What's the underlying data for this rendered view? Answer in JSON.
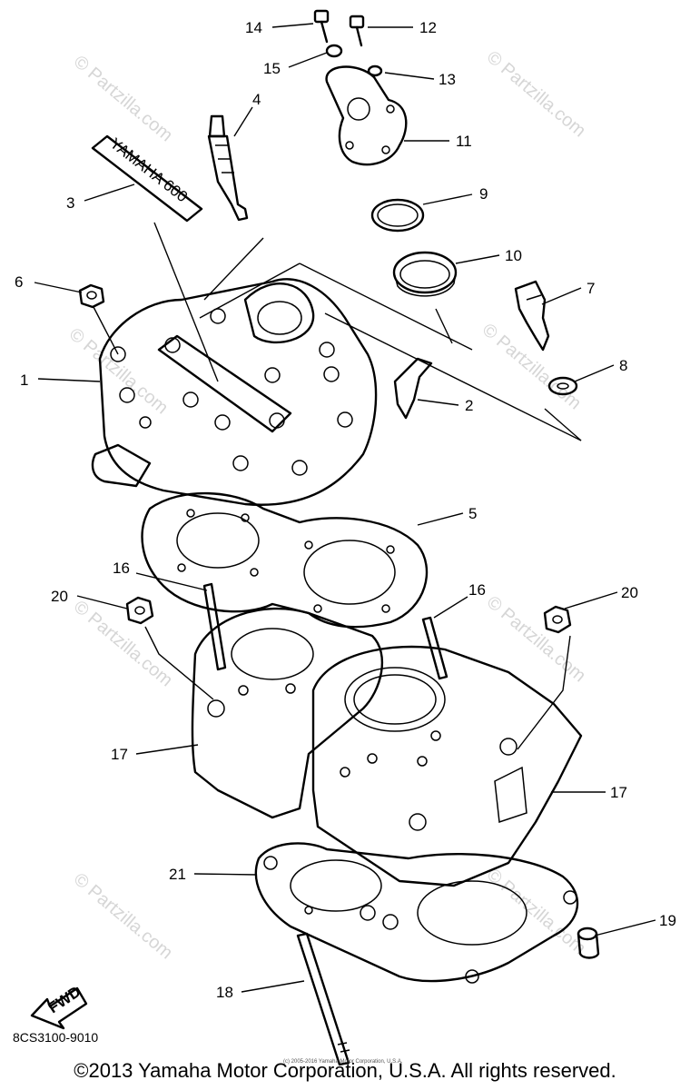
{
  "diagram": {
    "callouts": [
      "1",
      "2",
      "3",
      "4",
      "5",
      "6",
      "7",
      "8",
      "9",
      "10",
      "11",
      "12",
      "13",
      "14",
      "15",
      "16",
      "16",
      "17",
      "17",
      "18",
      "19",
      "20",
      "20",
      "21"
    ],
    "decal_text": "YAMAHA 600",
    "fwd_label": "FWD",
    "watermark": "© Partzilla.com",
    "drawing_number": "8CS3100-9010",
    "small_notice": "(c) 2005-2016 Yamaha Motor Corporation, U.S.A.",
    "copyright": "©2013 Yamaha Motor Corporation, U.S.A. All rights reserved."
  }
}
